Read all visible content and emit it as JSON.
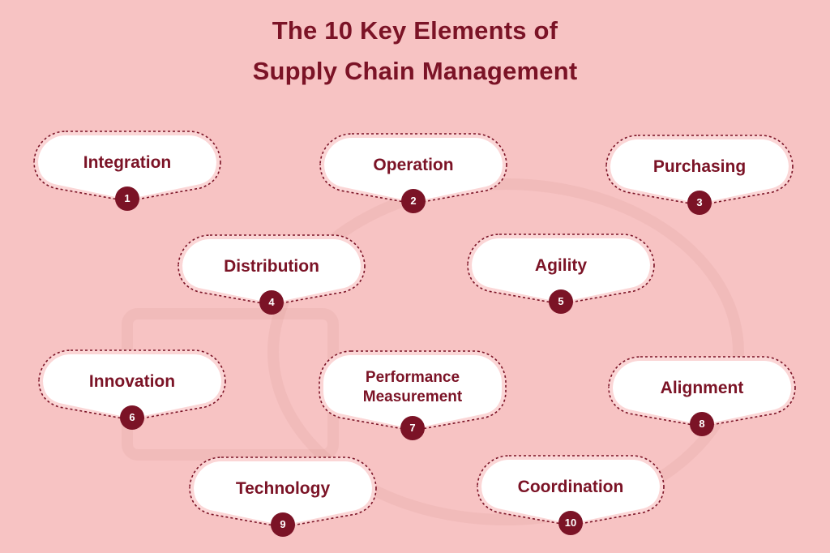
{
  "title": {
    "line1": "The 10 Key Elements of",
    "line2": "Supply Chain Management"
  },
  "colors": {
    "background": "#f7c3c3",
    "accent": "#7b1326",
    "card": "#ffffff"
  },
  "elements": [
    {
      "number": "1",
      "label": "Integration"
    },
    {
      "number": "2",
      "label": "Operation"
    },
    {
      "number": "3",
      "label": "Purchasing"
    },
    {
      "number": "4",
      "label": "Distribution"
    },
    {
      "number": "5",
      "label": "Agility"
    },
    {
      "number": "6",
      "label": "Innovation"
    },
    {
      "number": "7",
      "label": "Performance Measurement"
    },
    {
      "number": "8",
      "label": "Alignment"
    },
    {
      "number": "9",
      "label": "Technology"
    },
    {
      "number": "10",
      "label": "Coordination"
    }
  ]
}
